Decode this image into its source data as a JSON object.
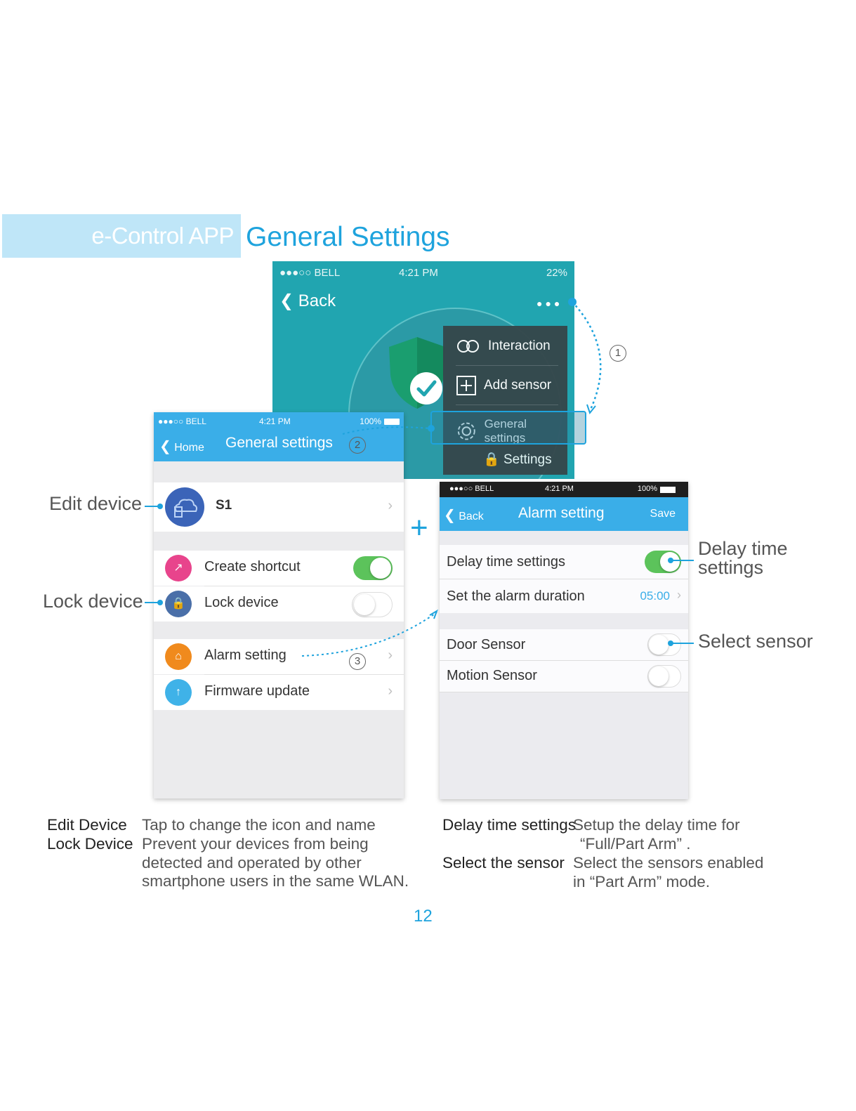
{
  "header": {
    "badge": "e-Control APP",
    "title": "General Settings"
  },
  "phone_top": {
    "status": {
      "carrier": "●●●○○ BELL ",
      "time": "4:21 PM",
      "battery": "22%"
    },
    "back_label": "Back",
    "menu": [
      {
        "label": "Interaction",
        "icon": "link-icon"
      },
      {
        "label": "Add sensor",
        "icon": "plus-square-icon"
      },
      {
        "label": "General settings",
        "icon": "gear-icon"
      }
    ],
    "settings_label": "Settings"
  },
  "phone_general": {
    "status": {
      "carrier": "●●●○○ BELL",
      "time": "4:21 PM",
      "battery": "100%"
    },
    "home_label": "Home",
    "title": "General settings",
    "device_name": "S1",
    "create_shortcut": {
      "label": "Create shortcut",
      "on": true
    },
    "lock_device": {
      "label": "Lock device",
      "on": false
    },
    "alarm_setting": "Alarm setting",
    "firmware_update": "Firmware update"
  },
  "phone_alarm": {
    "status": {
      "carrier": "●●●○○ BELL",
      "time": "4:21 PM",
      "battery": "100%"
    },
    "back_label": "Back",
    "title": "Alarm setting",
    "save_label": "Save",
    "delay_time": {
      "label": "Delay time settings",
      "on": true
    },
    "alarm_duration": {
      "label": "Set the alarm duration",
      "value": "05:00"
    },
    "door_sensor": {
      "label": "Door Sensor",
      "on": false
    },
    "motion_sensor": {
      "label": "Motion Sensor",
      "on": false
    }
  },
  "callouts": {
    "edit_device": "Edit device",
    "lock_device": "Lock device",
    "delay_time_line1": "Delay time",
    "delay_time_line2": "settings",
    "select_sensor": "Select sensor",
    "step1": "1",
    "step2": "2",
    "step3": "3"
  },
  "descriptions": {
    "edit_key": "Edit   Device",
    "edit_text": "Tap to change the icon and name",
    "lock_key": "Lock Device",
    "lock_text_1": "Prevent your devices from being",
    "lock_text_2": "detected and operated by other",
    "lock_text_3": "smartphone users in the same WLAN.",
    "delay_key": "Delay time settings",
    "delay_text_1": "Setup the delay time for",
    "delay_text_2": "“Full/Part Arm” .",
    "select_key": "Select  the  sensor",
    "select_text_1": "Select the sensors enabled",
    "select_text_2": "in “Part Arm” mode."
  },
  "page_number": "12",
  "colors": {
    "accent": "#1ea3dd",
    "nav_blue": "#3aaee8",
    "teal": "#21a5b0",
    "toggle_on": "#5cc35b"
  }
}
